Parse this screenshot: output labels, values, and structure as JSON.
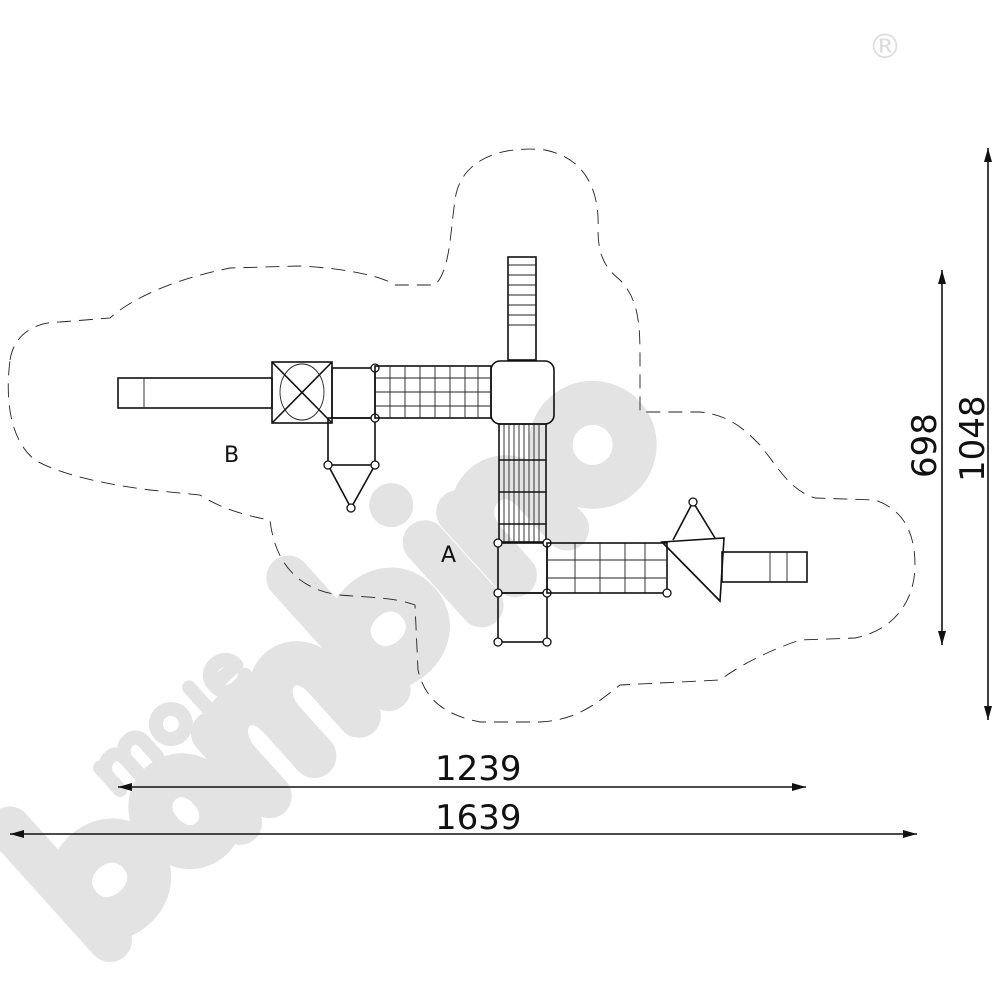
{
  "watermark": {
    "brand_top": "moje",
    "brand_main": "bambino",
    "registered": "®"
  },
  "zones": {
    "a_label": "A",
    "b_label": "B"
  },
  "dimensions": {
    "inner_width": "1239",
    "outer_width": "1639",
    "inner_height": "698",
    "outer_height": "1048"
  },
  "colors": {
    "line": "#111111",
    "watermark": "#e3e3e3"
  }
}
